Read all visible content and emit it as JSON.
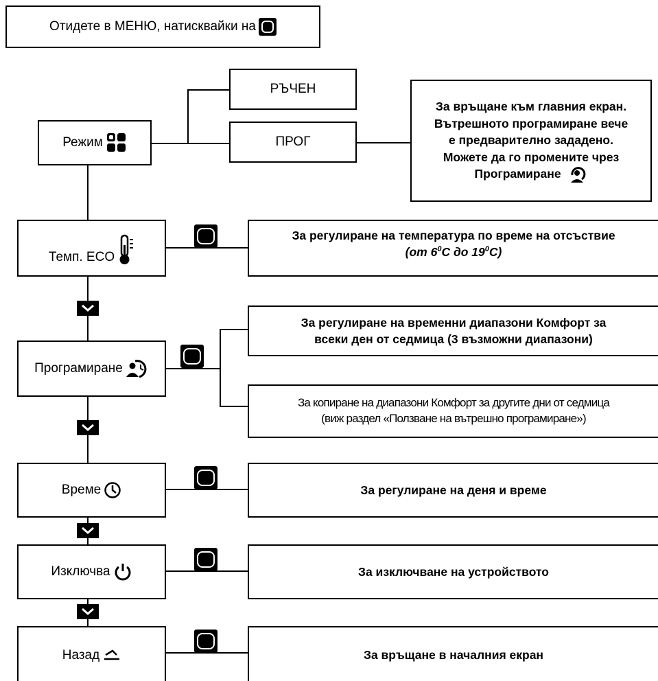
{
  "header": {
    "text": "Отидете в МЕНЮ, натисквайки на"
  },
  "mode": {
    "label": "Режим",
    "options": [
      "РЪЧЕН",
      "ПРОГ"
    ],
    "note_lines": [
      "За връщане към главния екран.",
      "Вътрешното програмиране вече",
      "е предварително зададено.",
      "Можете да го промените чрез",
      "Програмиране"
    ]
  },
  "eco": {
    "label": "Темп. ECO",
    "desc_line1": "За регулиране на температура по време на отсъствие",
    "desc_line2_prefix": "(от 6",
    "desc_line2_mid": "C до 19",
    "desc_line2_suffix": "C)",
    "sup": "0"
  },
  "programming": {
    "label": "Програмиране",
    "desc1_lines": [
      "За регулиране на временни диапазони Комфорт за",
      "всеки ден от седмица (3 възможни диапазони)"
    ],
    "desc2_lines": [
      "За копиране на диапазони Комфорт за другите дни от седмица",
      "(виж раздел «Ползване на вътрешно програмиране»)"
    ]
  },
  "time": {
    "label": "Време",
    "desc": "За регулиране на деня и време"
  },
  "off": {
    "label": "Изключва",
    "desc": "За изключване на устройството"
  },
  "back": {
    "label": "Назад",
    "desc": "За връщане в началния екран"
  },
  "icons": {
    "button": "ok-button-icon",
    "mode": "mode-grid-icon",
    "thermometer": "thermometer-icon",
    "programming": "programming-icon",
    "clock": "clock-icon",
    "power": "power-icon",
    "back": "back-arrow-icon",
    "chevron": "chevron-down-icon"
  }
}
